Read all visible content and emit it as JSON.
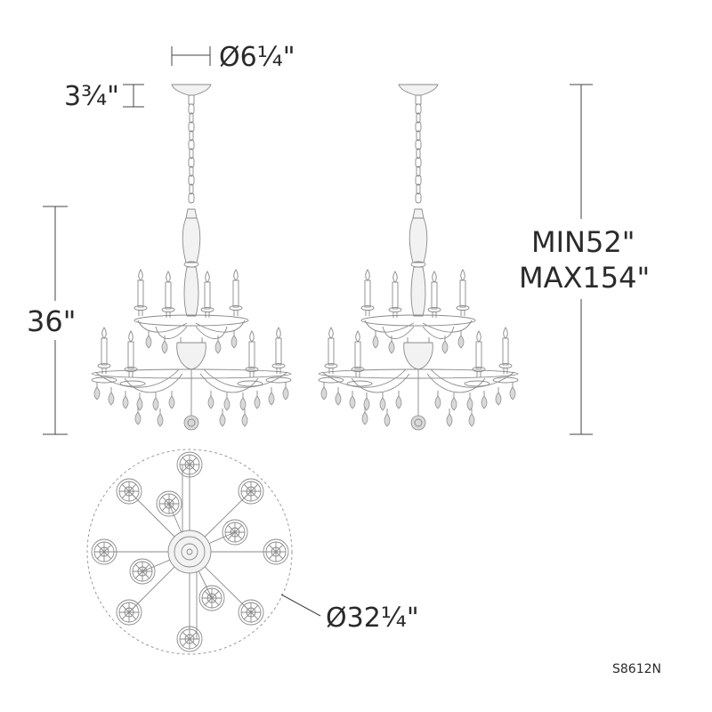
{
  "dimensions": {
    "canopy_diameter": "Ø6¼\"",
    "canopy_height": "3¾\"",
    "fixture_height": "36\"",
    "overall_min": "MIN52\"",
    "overall_max": "MAX154\"",
    "fixture_diameter": "Ø32¼\""
  },
  "model_number": "S8612N"
}
